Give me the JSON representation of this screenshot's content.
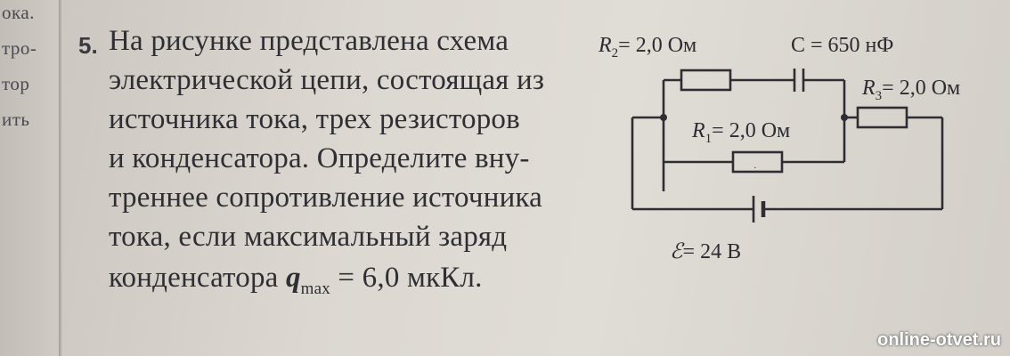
{
  "margin": {
    "words": [
      "ока.",
      "тро-",
      "тор",
      "ить"
    ]
  },
  "problem": {
    "number": "5.",
    "lines": [
      "На рисунке представлена схема",
      "электрической цепи, состоящая из",
      "источника тока, трех резисторов",
      "и конденсатора. Определите вну-",
      "треннее сопротивление источника",
      "тока, если максимальный заряд"
    ],
    "last_line_prefix": "конденсатора",
    "q_symbol": "q",
    "q_subscript": "max",
    "last_line_suffix": "= 6,0 мкКл."
  },
  "circuit": {
    "r2": {
      "symbol": "R",
      "sub": "2",
      "value": "= 2,0 Ом"
    },
    "capacitor": {
      "label": "C = 650 нФ"
    },
    "r3": {
      "symbol": "R",
      "sub": "3",
      "value": "= 2,0 Ом"
    },
    "r1": {
      "symbol": "R",
      "sub": "1",
      "value": "= 2,0 Ом"
    },
    "emf": {
      "symbol": "ℰ",
      "value": "= 24 В"
    }
  },
  "watermark": "online-otvet.ru"
}
